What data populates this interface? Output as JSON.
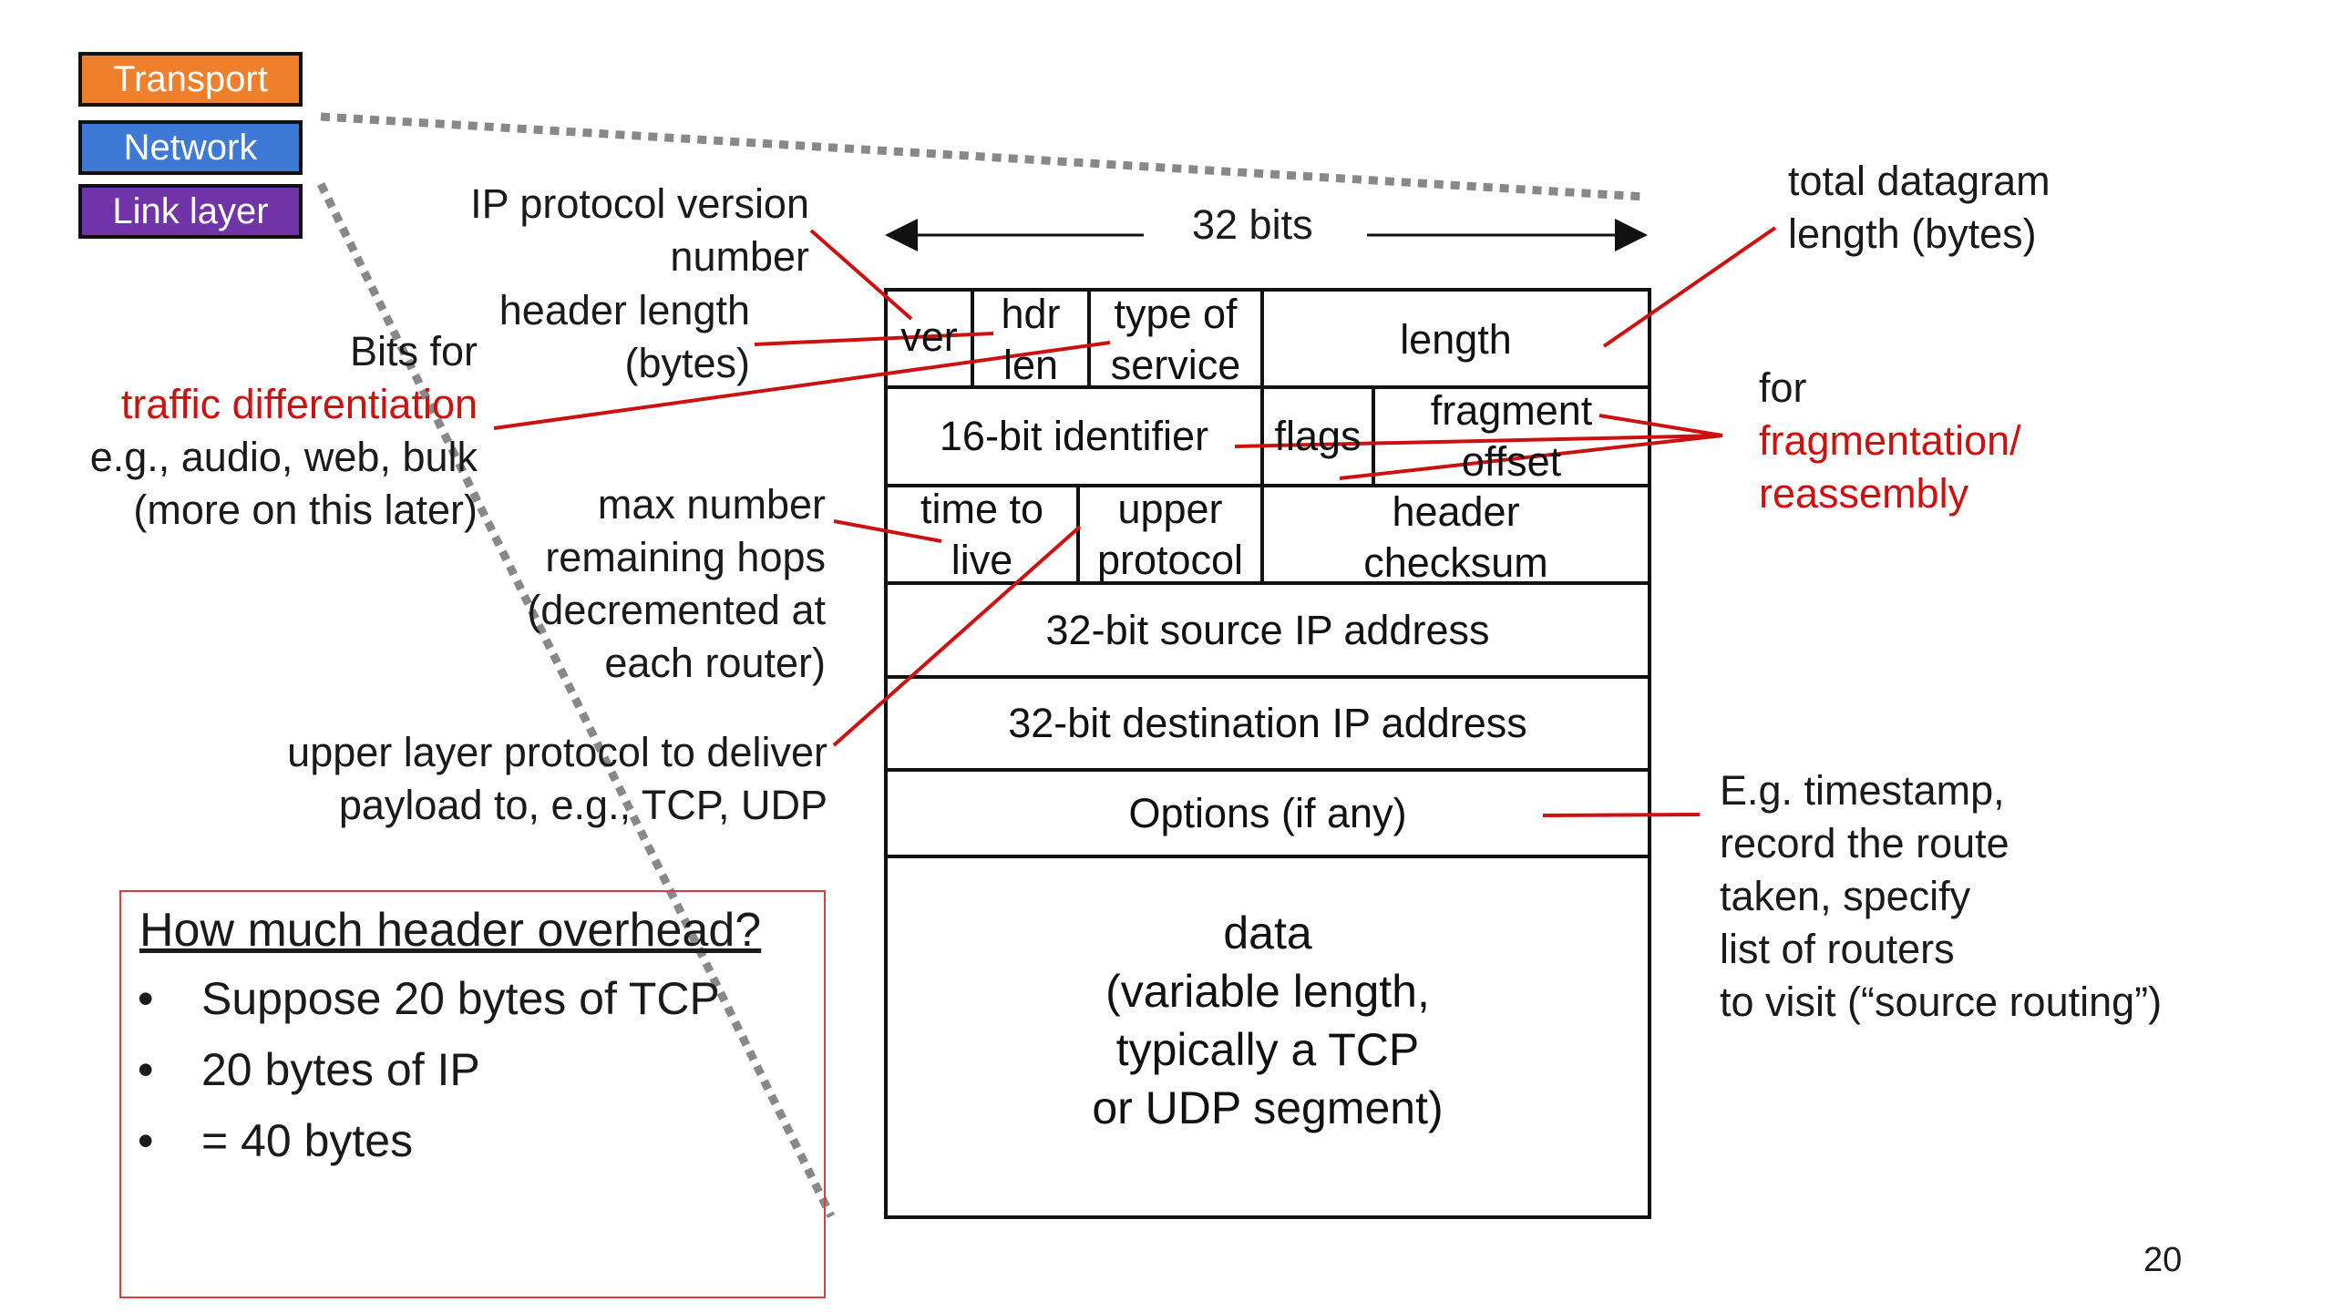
{
  "layers": {
    "transport": "Transport",
    "network": "Network",
    "link": "Link layer",
    "colors": {
      "transport": "#f07f2b",
      "network": "#3f79d6",
      "link": "#7034a8"
    }
  },
  "header": {
    "width_label": "32 bits"
  },
  "fields": {
    "ver": "ver",
    "hdr_len": [
      "hdr",
      "len"
    ],
    "type_of_service": [
      "type of",
      "service"
    ],
    "length": "length",
    "identifier": "16-bit identifier",
    "flags": "flags",
    "fragment_offset": [
      "fragment",
      "offset"
    ],
    "ttl": [
      "time to",
      "live"
    ],
    "upper_protocol": [
      "upper",
      "protocol"
    ],
    "header_checksum": [
      "header",
      "checksum"
    ],
    "source_ip": "32-bit source IP address",
    "dest_ip": "32-bit destination IP address",
    "options": "Options (if any)",
    "data": [
      "data",
      "(variable length,",
      "typically a TCP",
      "or UDP segment)"
    ]
  },
  "annotations": {
    "ip_version": [
      "IP protocol version",
      "number"
    ],
    "header_length": [
      "header length",
      "(bytes)"
    ],
    "bits_for": "Bits for",
    "traffic_diff": "traffic differentiation",
    "traffic_examples": [
      "e.g., audio, web, bulk",
      "(more on this later)"
    ],
    "max_hops": [
      "max number",
      "remaining hops",
      "(decremented at",
      "each router)"
    ],
    "upper_layer": [
      "upper layer protocol to deliver",
      "payload to, e.g., TCP, UDP"
    ],
    "total_length": [
      "total datagram",
      "length (bytes)"
    ],
    "frag_for": "for",
    "frag_red": [
      "fragmentation/",
      "reassembly"
    ],
    "options_note": [
      "E.g. timestamp,",
      "record the route",
      "taken, specify",
      "list of routers",
      "to visit (“source routing”)"
    ]
  },
  "overhead": {
    "title": "How much header overhead?",
    "bullet_glyph": "•",
    "bullets": [
      "Suppose 20 bytes of TCP",
      "20 bytes of IP",
      "= 40 bytes"
    ]
  },
  "page_number": "20",
  "colors": {
    "annotation_red": "#cc1111",
    "box_border": "#d24040"
  }
}
